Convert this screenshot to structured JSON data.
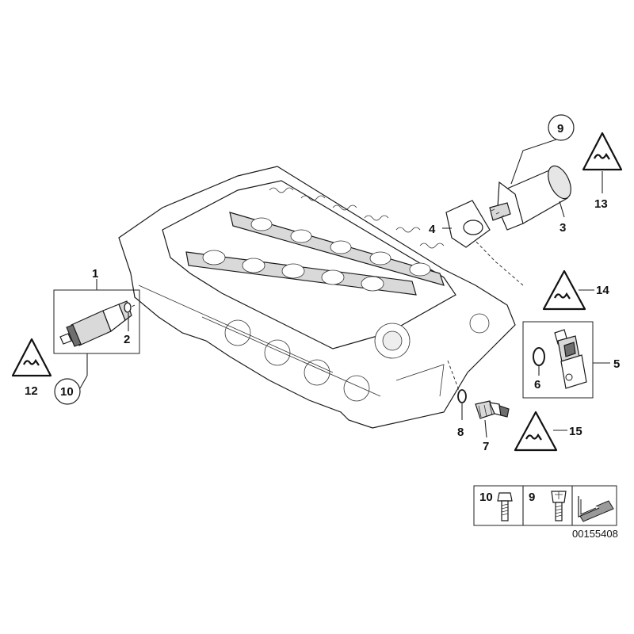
{
  "callouts": {
    "c1": "1",
    "c2": "2",
    "c3": "3",
    "c4": "4",
    "c5": "5",
    "c6": "6",
    "c7": "7",
    "c8": "8",
    "c9": "9",
    "c10": "10",
    "c12": "12",
    "c13": "13",
    "c14": "14",
    "c15": "15"
  },
  "legend": {
    "bolt_10": "10",
    "bolt_9": "9"
  },
  "diagram_number": "00155408",
  "icons": [
    "warning-triangle-icon",
    "hex-bolt-icon",
    "torx-bolt-icon",
    "arrow-icon"
  ]
}
